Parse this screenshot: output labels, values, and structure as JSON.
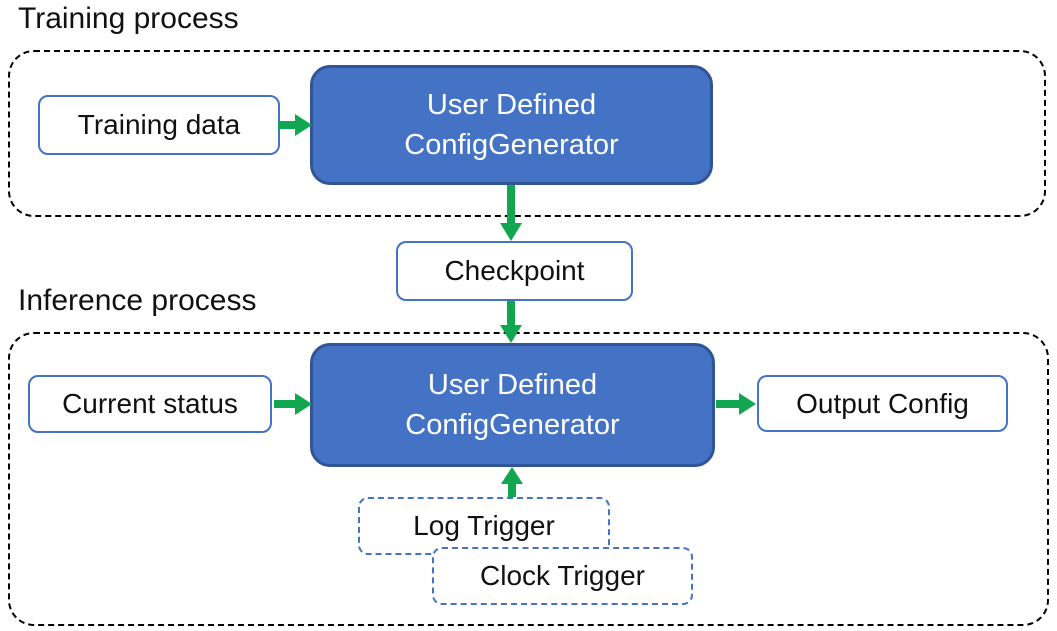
{
  "labels": {
    "training_process": "Training process",
    "inference_process": "Inference process"
  },
  "boxes": {
    "training_data": {
      "label": "Training data"
    },
    "training_generator": {
      "line1": "User Defined",
      "line2": "ConfigGenerator"
    },
    "checkpoint": {
      "label": "Checkpoint"
    },
    "current_status": {
      "label": "Current status"
    },
    "inference_generator": {
      "line1": "User Defined",
      "line2": "ConfigGenerator"
    },
    "output_config": {
      "label": "Output Config"
    },
    "log_trigger": {
      "label": "Log Trigger"
    },
    "clock_trigger": {
      "label": "Clock Trigger"
    }
  },
  "colors": {
    "node_fill": "#4472C4",
    "node_border": "#2F5597",
    "light_border": "#4472C4",
    "arrow_green": "#10A750",
    "dash_color": "#000000",
    "text_color": "#111111"
  }
}
